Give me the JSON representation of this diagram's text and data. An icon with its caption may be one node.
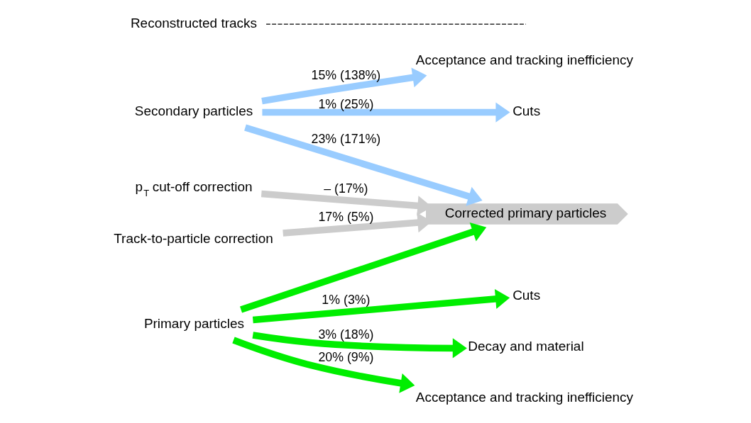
{
  "diagram": {
    "nodes": [
      {
        "text": [
          "Secondary particles"
        ]
      },
      {
        "text": [
          "Acceptance and tracking inefficiency"
        ]
      },
      {
        "text": [
          "Reconstructed tracks"
        ]
      },
      {
        "text": [
          "Cuts"
        ]
      },
      {
        "text": [
          "Track-to-particle correction"
        ]
      },
      {
        "text": [
          "Corrected primary particles"
        ]
      },
      {
        "text": [
          "Primary particles"
        ]
      },
      {
        "text": [
          "Decay and material"
        ]
      },
      {
        "text": [
          "Acceptance and tracking inefficiency"
        ]
      },
      {
        "text": [
          "Cuts"
        ]
      },
      {
        "text": [
          "p$_{T}$ cut-off correction"
        ]
      }
    ],
    "edges": [
      {
        "from": 0,
        "to": 1,
        "arrow": "to",
        "label": "15% (138%)",
        "color": "#99ccff"
      },
      {
        "from": 0,
        "to": 3,
        "arrow": "to",
        "label": "1% (25%)",
        "color": "#99ccff"
      },
      {
        "from": 0,
        "to": 5,
        "arrow": "to",
        "label": "23% (171%)",
        "color": "#99ccff"
      },
      {
        "from": 4,
        "to": 5,
        "arrow": "to",
        "label": "17% (5%)",
        "color": "#cccccc"
      },
      {
        "from": 6,
        "to": 7,
        "arrow": "to",
        "label": "3% (18%)"
      },
      {
        "from": 6,
        "to": 8,
        "arrow": "to",
        "label": "20% (9%)"
      },
      {
        "from": 6,
        "to": 9,
        "arrow": "to",
        "label": "1% (3%)"
      },
      {
        "from": 6,
        "to": 5,
        "arrow": "to"
      },
      {
        "from": 10,
        "to": 5,
        "arrow": "to",
        "label": "– (17%)",
        "color": "#cccccc"
      },
      {
        "from": 2,
        "to": null,
        "arrow": "none",
        "style": "dashed",
        "color": "#000000"
      }
    ]
  }
}
